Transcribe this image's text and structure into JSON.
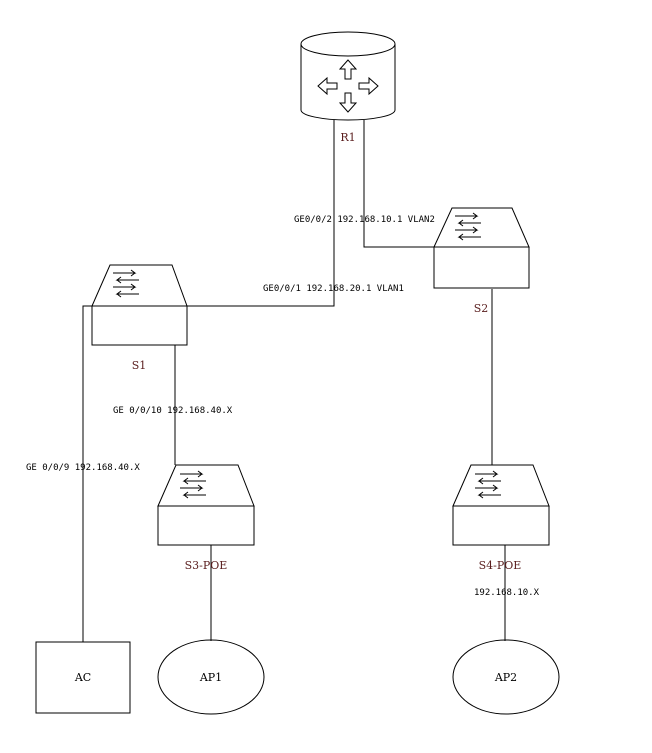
{
  "devices": {
    "r1": "R1",
    "s1": "S1",
    "s2": "S2",
    "s3": "S3-POE",
    "s4": "S4-POE",
    "ac": "AC",
    "ap1": "AP1",
    "ap2": "AP2"
  },
  "links": {
    "r1_s2": "GE0/0/2 192.168.10.1 VLAN2",
    "r1_s1": "GE0/0/1 192.168.20.1 VLAN1",
    "s1_s3": "GE 0/0/10 192.168.40.X",
    "s1_ac": "GE 0/0/9 192.168.40.X",
    "s4_ap2": "192.168.10.X"
  },
  "icons": {
    "router": "router-icon",
    "switch": "switch-icon"
  }
}
